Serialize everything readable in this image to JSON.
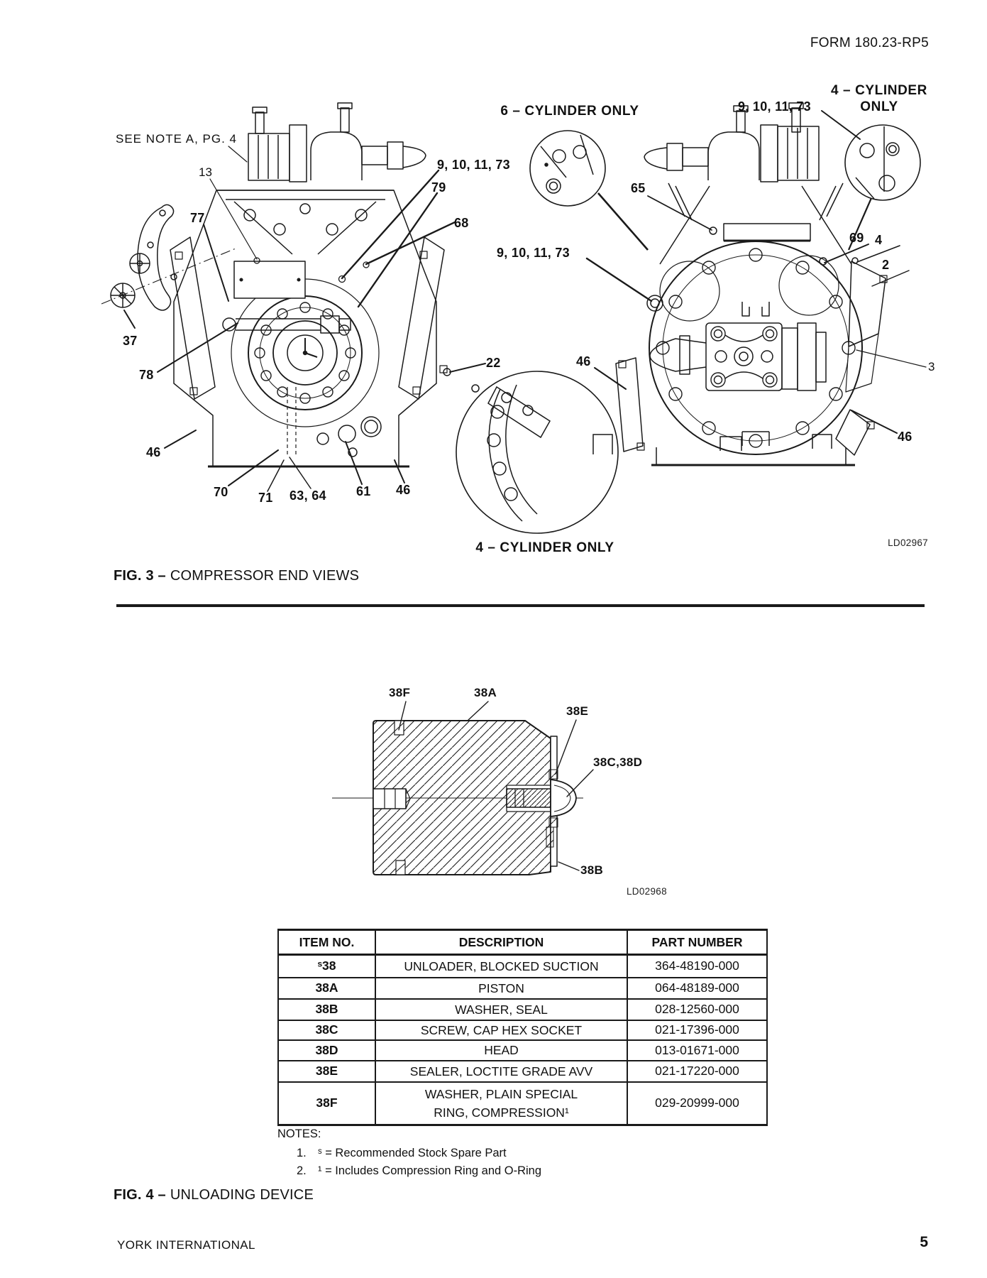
{
  "page": {
    "form_number": "FORM 180.23-RP5",
    "footer": "YORK INTERNATIONAL",
    "page_number": "5"
  },
  "fig3": {
    "caption_bold": "FIG. 3 –",
    "caption_rest": "COMPRESSOR END VIEWS",
    "drawing_id": "LD02967",
    "see_note": "SEE NOTE A, PG. 4",
    "cyl6": "6 – CYLINDER ONLY",
    "cyl4_line1": "4 – CYLINDER",
    "cyl4_line2": "ONLY",
    "cyl4_bottom": "4 – CYLINDER ONLY",
    "n13": "13",
    "n77": "77",
    "n79": "79",
    "n68": "68",
    "n65": "65",
    "n69": "69",
    "n4": "4",
    "n2": "2",
    "n3": "3",
    "n22": "22",
    "n37": "37",
    "n78": "78",
    "n70": "70",
    "n71": "71",
    "n63_64": "63, 64",
    "n61": "61",
    "n46": "46",
    "n9_10_11_73": "9, 10, 11, 73"
  },
  "fig4": {
    "caption_bold": "FIG. 4 –",
    "caption_rest": "UNLOADING DEVICE",
    "drawing_id": "LD02968",
    "l38f": "38F",
    "l38a": "38A",
    "l38e": "38E",
    "l38cd": "38C,38D",
    "l38b": "38B"
  },
  "parts_table": {
    "headers": [
      "ITEM NO.",
      "DESCRIPTION",
      "PART NUMBER"
    ],
    "rows": [
      {
        "item": "ˢ38",
        "description": "UNLOADER, BLOCKED SUCTION",
        "part": "364-48190-000"
      },
      {
        "item": "38A",
        "description": "PISTON",
        "part": "064-48189-000"
      },
      {
        "item": "38B",
        "description": "WASHER, SEAL",
        "part": "028-12560-000"
      },
      {
        "item": "38C",
        "description": "SCREW, CAP HEX SOCKET",
        "part": "021-17396-000"
      },
      {
        "item": "38D",
        "description": "HEAD",
        "part": "013-01671-000"
      },
      {
        "item": "38E",
        "description": "SEALER, LOCTITE GRADE AVV",
        "part": "021-17220-000"
      },
      {
        "item": "38F",
        "description": "WASHER, PLAIN SPECIAL\nRING, COMPRESSION¹",
        "part": "029-20999-000"
      }
    ]
  },
  "notes": {
    "title": "NOTES:",
    "items": [
      {
        "num": "1.",
        "text": "ˢ = Recommended Stock Spare Part"
      },
      {
        "num": "2.",
        "text": "¹ = Includes Compression Ring and O-Ring"
      }
    ]
  }
}
